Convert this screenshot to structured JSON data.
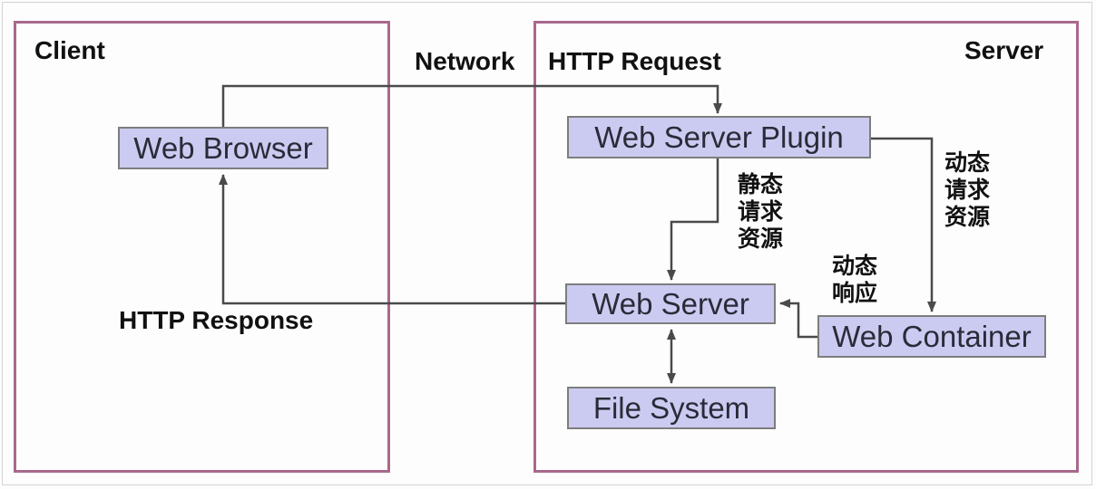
{
  "colors": {
    "zone_border": "#a9688c",
    "node_fill": "#cbcbf2",
    "node_border": "#7d7d7d",
    "node_text": "#2b2b38",
    "connector": "#4a4a4a",
    "label_text": "#111111"
  },
  "diagram": {
    "zones": {
      "client": {
        "label": "Client"
      },
      "server": {
        "label": "Server"
      }
    },
    "nodes": {
      "web_browser": {
        "label": "Web Browser"
      },
      "web_server_plugin": {
        "label": "Web Server Plugin"
      },
      "web_server": {
        "label": "Web Server"
      },
      "web_container": {
        "label": "Web Container"
      },
      "file_system": {
        "label": "File System"
      }
    },
    "labels": {
      "network": "Network",
      "http_request": "HTTP Request",
      "http_response": "HTTP Response",
      "static_request_resource": "静态\n请求\n资源",
      "dynamic_request_resource": "动态\n请求\n资源",
      "dynamic_response": "动态\n响应"
    }
  }
}
